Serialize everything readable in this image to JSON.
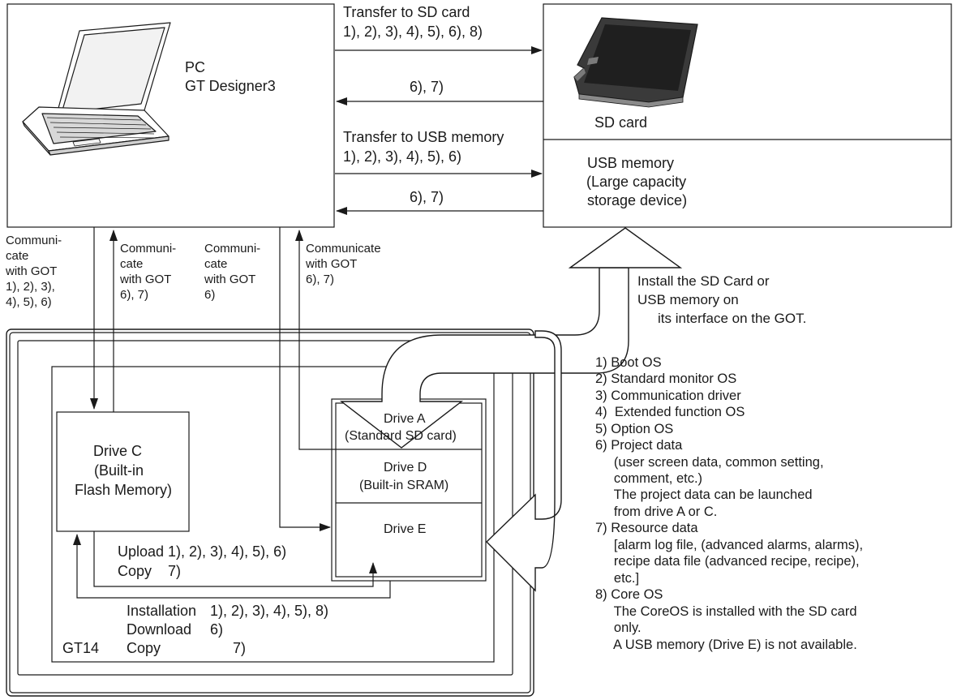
{
  "pc": {
    "title": "PC",
    "software": "GT Designer3"
  },
  "sd_card": {
    "label": "SD card"
  },
  "usb_memory": {
    "line1": "USB memory",
    "line2": "(Large capacity",
    "line3": "storage device)"
  },
  "transfers": {
    "to_sd_title": "Transfer to SD card",
    "to_sd_items": "1), 2), 3), 4), 5), 6), 8)",
    "from_sd_items": "6), 7)",
    "to_usb_title": "Transfer to USB memory",
    "to_usb_items": "1), 2), 3), 4), 5), 6)",
    "from_usb_items": "6), 7)"
  },
  "communicate_labels": {
    "c1": [
      "Communi-",
      "cate",
      "with GOT",
      "1), 2), 3),",
      "4), 5), 6)"
    ],
    "c2": [
      "Communi-",
      "cate",
      "with GOT",
      "6), 7)"
    ],
    "c3": [
      "Communi-",
      "cate",
      "with GOT",
      "6)"
    ],
    "c4": [
      "Communicate",
      "with GOT",
      "6), 7)"
    ]
  },
  "install_note": [
    "Install the SD Card or",
    "USB memory on",
    "its interface on the GOT."
  ],
  "got": {
    "name": "GT14",
    "drive_c": [
      "Drive C",
      "(Built-in",
      "Flash Memory)"
    ],
    "drive_a": [
      "Drive A",
      "(Standard SD card)"
    ],
    "drive_d": [
      "Drive D",
      "(Built-in SRAM)"
    ],
    "drive_e": "Drive E",
    "upload_line": "Upload 1), 2), 3), 4), 5), 6)",
    "copy_line": "Copy    7)",
    "install_labels": [
      "Installation",
      "Download",
      "Copy"
    ],
    "install_values": [
      "1), 2), 3), 4), 5), 8)",
      "6)",
      "7)"
    ]
  },
  "legend": [
    "1) Boot OS",
    "2) Standard monitor OS",
    "3) Communication driver",
    "4)  Extended function OS",
    "5) Option OS",
    "6) Project data",
    "     (user screen data, common setting,",
    "     comment, etc.)",
    "     The project data can be launched",
    "     from drive A or C.",
    "7) Resource data",
    "     [alarm log file, (advanced alarms, alarms),",
    "     recipe data file (advanced recipe, recipe),",
    "     etc.]",
    "8) Core OS",
    "     The CoreOS is installed with the SD card",
    "     only.",
    "     A USB memory (Drive E) is not available."
  ]
}
